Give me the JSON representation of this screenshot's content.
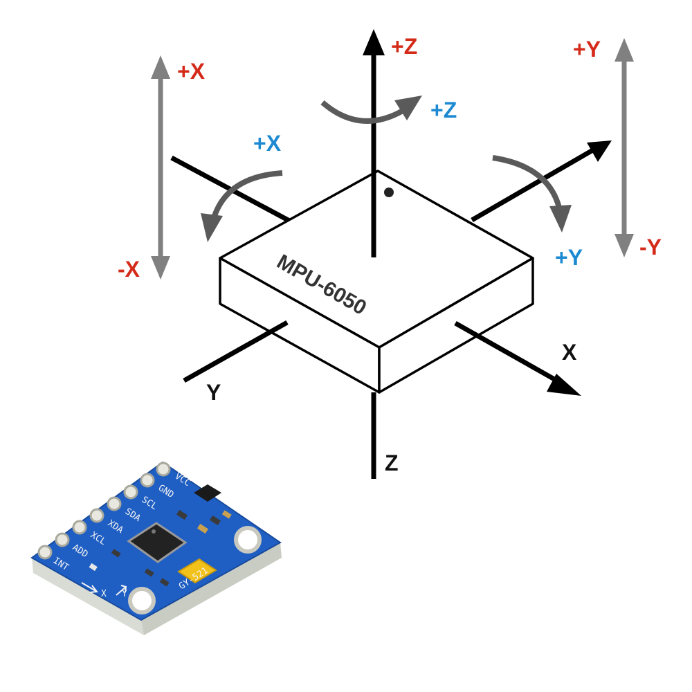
{
  "diagram": {
    "chip_label": "MPU-6050",
    "colors": {
      "linear": "#d42a1a",
      "rotation": "#1c8ad2",
      "axis": "#000000",
      "range_arrow": "#808080",
      "rotation_arrow": "#5a5a5a",
      "board": "#1f5fc4"
    },
    "labels": {
      "plus_z_linear": "+Z",
      "plus_z_rot": "+Z",
      "plus_x_linear": "+X",
      "minus_x_linear": "-X",
      "plus_x_rot": "+X",
      "plus_y_linear": "+Y",
      "minus_y_linear": "-Y",
      "plus_y_rot": "+Y",
      "axis_x": "X",
      "axis_y": "Y",
      "axis_z": "Z"
    }
  },
  "board": {
    "pins": [
      "VCC",
      "GND",
      "SCL",
      "SDA",
      "XDA",
      "XCL",
      "ADD",
      "INT"
    ],
    "model": "GY-521",
    "axis_marks": [
      "X",
      "Y"
    ]
  }
}
